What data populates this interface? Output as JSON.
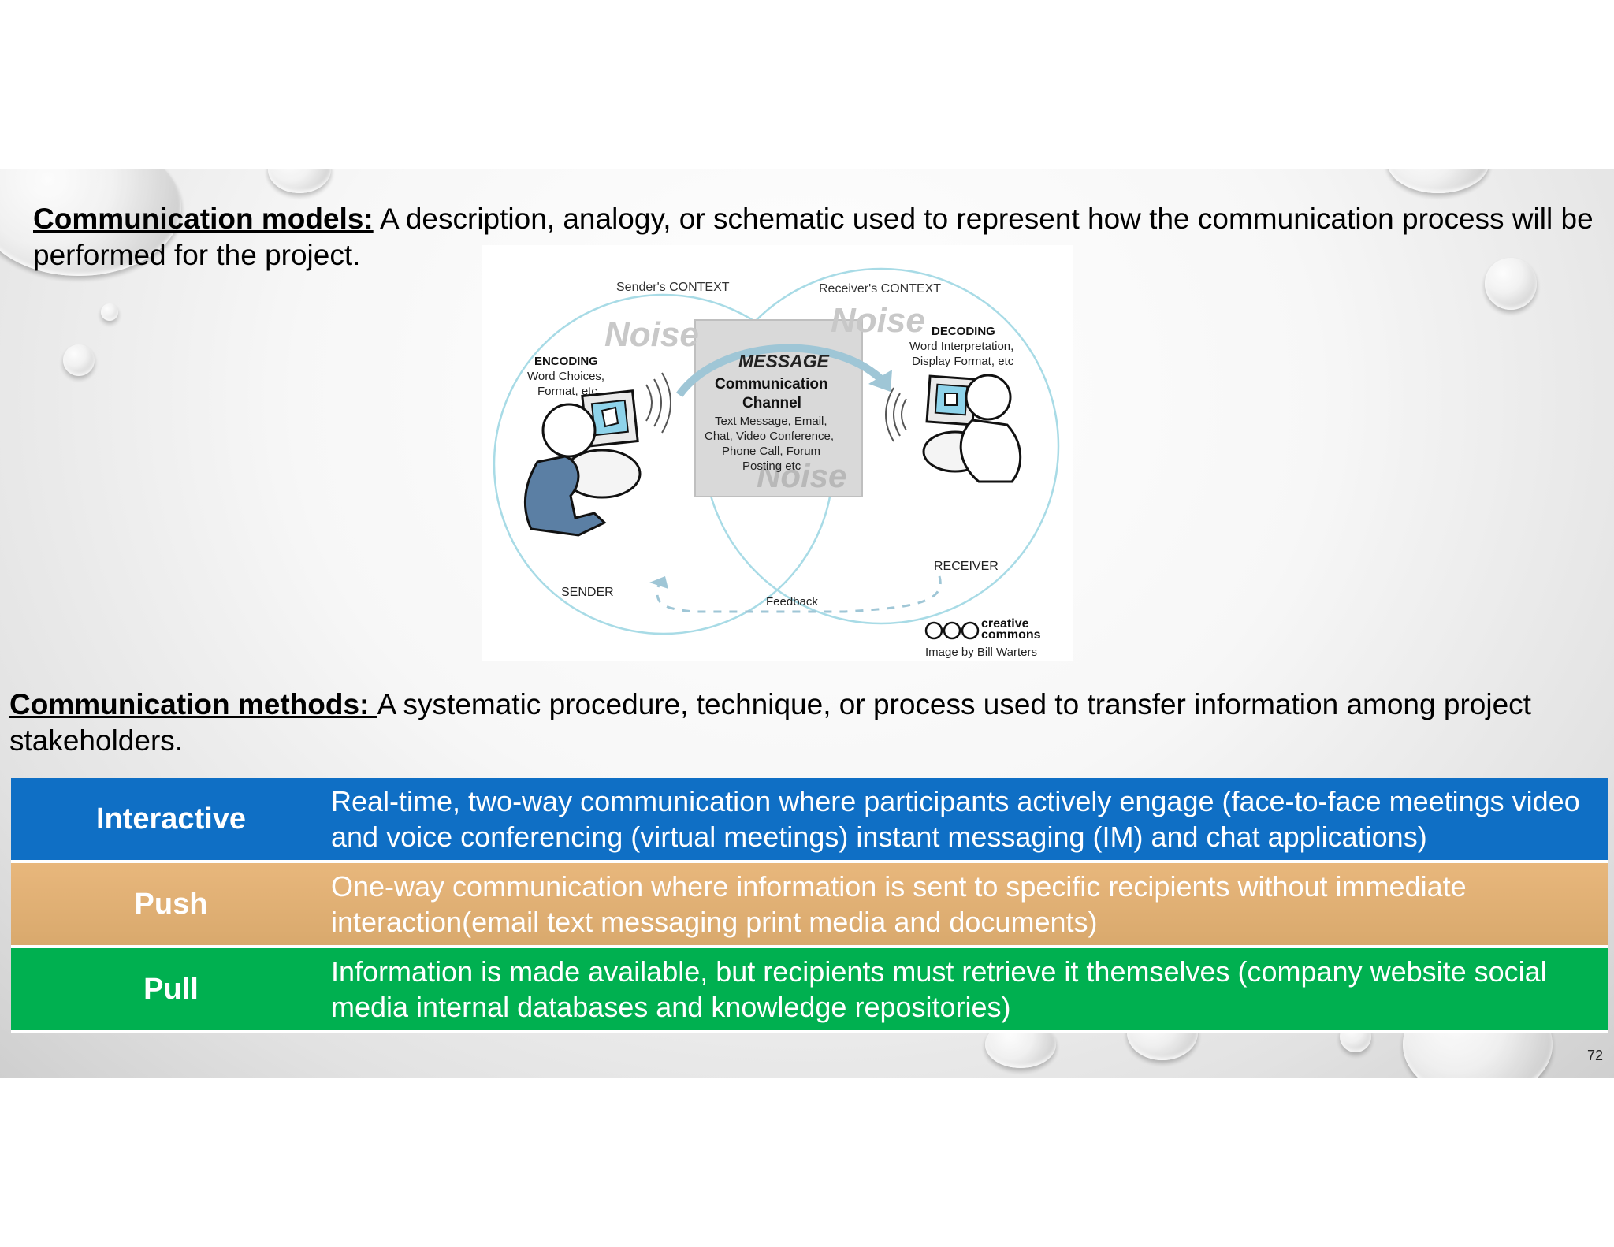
{
  "models": {
    "lead": "Communication models:",
    "text": " A description, analogy, or schematic used to represent how the communication process will be performed for the project."
  },
  "diagram": {
    "senders_context": "Sender's CONTEXT",
    "receivers_context": "Receiver's CONTEXT",
    "noise": "Noise",
    "message": "MESSAGE",
    "encoding": "ENCODING",
    "encoding_detail_1": "Word Choices,",
    "encoding_detail_2": "Format, etc",
    "decoding": "DECODING",
    "decoding_detail_1": "Word Interpretation,",
    "decoding_detail_2": "Display Format, etc",
    "channel_1": "Communication",
    "channel_2": "Channel",
    "channel_detail_1": "Text Message, Email,",
    "channel_detail_2": "Chat, Video Conference,",
    "channel_detail_3": "Phone Call, Forum",
    "channel_detail_4": "Posting etc",
    "sender": "SENDER",
    "receiver": "RECEIVER",
    "feedback": "Feedback",
    "cc_1": "creative",
    "cc_2": "commons",
    "credit": "Image by Bill Warters"
  },
  "methods_intro": {
    "lead": "Communication methods: ",
    "text": "A systematic procedure, technique, or process used to transfer information among project stakeholders."
  },
  "methods": [
    {
      "label": "Interactive",
      "description": "Real-time, two-way communication where participants actively engage (face-to-face meetings video and voice conferencing (virtual meetings) instant messaging (IM) and chat applications)",
      "color": "#0f6fc5"
    },
    {
      "label": "Push",
      "description": "One-way communication where information is sent to specific recipients without immediate interaction(email text messaging print media and documents)",
      "color": "#e0b074"
    },
    {
      "label": "Pull",
      "description": "Information is made available, but recipients must retrieve it themselves (company website social media internal databases and knowledge repositories)",
      "color": "#00b050"
    }
  ],
  "page_number": "72"
}
